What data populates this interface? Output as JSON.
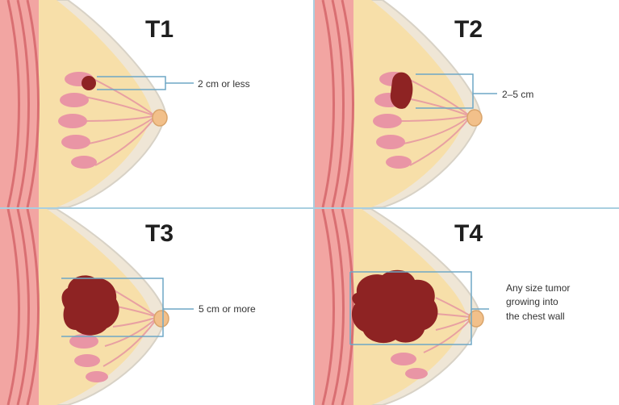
{
  "panels": [
    {
      "stage": "T1",
      "size_label": [
        "2 cm or less"
      ],
      "tumor": "small"
    },
    {
      "stage": "T2",
      "size_label": [
        "2–5 cm"
      ],
      "tumor": "medium"
    },
    {
      "stage": "T3",
      "size_label": [
        "5 cm or more"
      ],
      "tumor": "large"
    },
    {
      "stage": "T4",
      "size_label": [
        "Any size tumor",
        "growing into",
        "the chest wall"
      ],
      "tumor": "very-large"
    }
  ],
  "colors": {
    "skin_outline": "#d8d2c6",
    "breast_fill": "#f7dfa9",
    "chest_wall": "#f2a5a2",
    "muscle_stripe": "#d96f72",
    "lobule": "#e995a5",
    "duct": "#e8a0a2",
    "tumor": "#8e2323",
    "callout_line": "#6fa7c5",
    "divider": "#a9cfe0"
  }
}
